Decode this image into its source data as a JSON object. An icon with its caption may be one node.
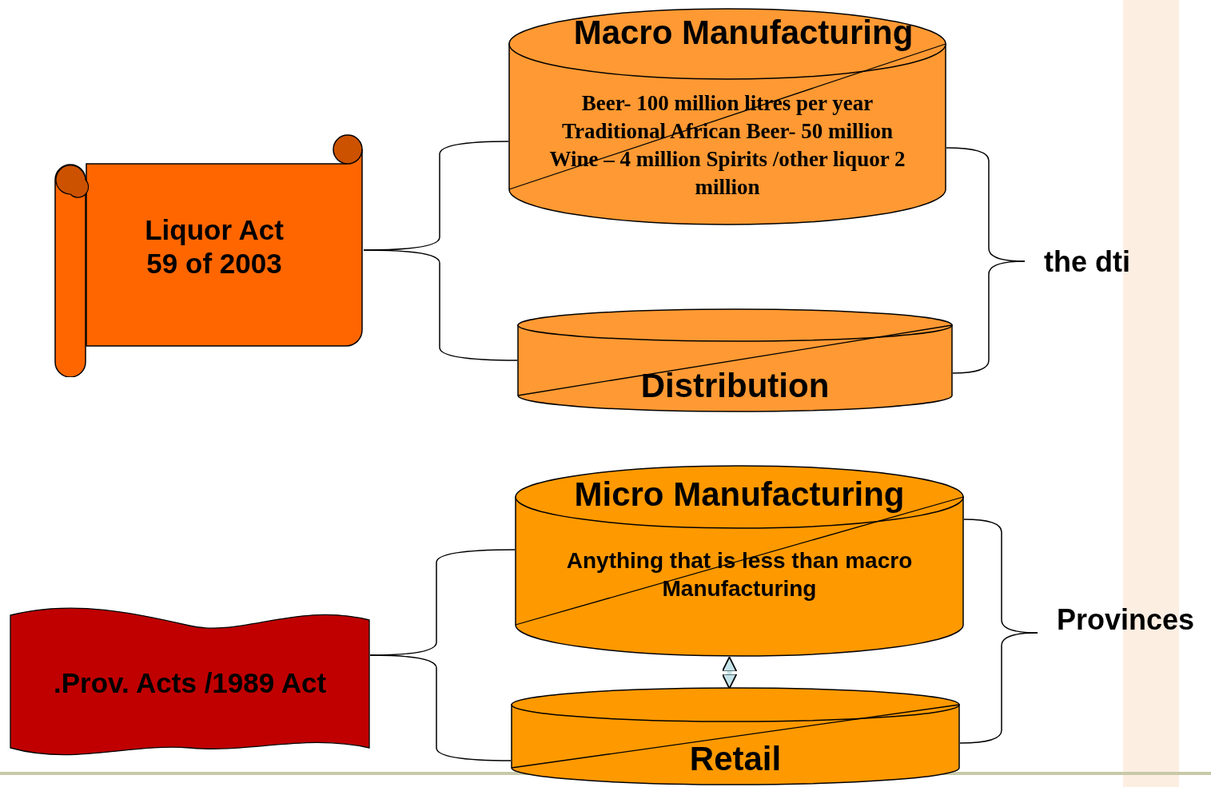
{
  "diagram": {
    "nodes": [
      {
        "text": [
          "Liquor Act 59 of 2003"
        ]
      },
      {
        "text": [
          "Macro Manufacturing",
          "Beer- 100 million litres per year Traditional African Beer- 50 million Wine – 4 million Spirits /other liquor 2 million"
        ]
      },
      {
        "text": [
          "Distribution"
        ]
      },
      {
        "text": [
          "the dti"
        ]
      },
      {
        "text": [
          ".Prov. Acts /1989 Act"
        ]
      },
      {
        "text": [
          "Micro Manufacturing",
          "Anything that is less than macro Manufacturing"
        ]
      },
      {
        "text": [
          "Retail"
        ]
      },
      {
        "text": [
          "Provinces"
        ]
      }
    ],
    "edges": [
      {
        "from": 0,
        "to": 1,
        "arrow": "none"
      },
      {
        "from": 0,
        "to": 2,
        "arrow": "none"
      },
      {
        "from": 1,
        "to": 3,
        "arrow": "none"
      },
      {
        "from": 2,
        "to": 3,
        "arrow": "none"
      },
      {
        "from": 4,
        "to": 5,
        "arrow": "none"
      },
      {
        "from": 4,
        "to": 6,
        "arrow": "none"
      },
      {
        "from": 5,
        "to": 7,
        "arrow": "none"
      },
      {
        "from": 6,
        "to": 7,
        "arrow": "none"
      },
      {
        "from": 5,
        "to": 6,
        "arrow": "both",
        "style": "thick",
        "color": "#c5e4ea"
      }
    ]
  }
}
